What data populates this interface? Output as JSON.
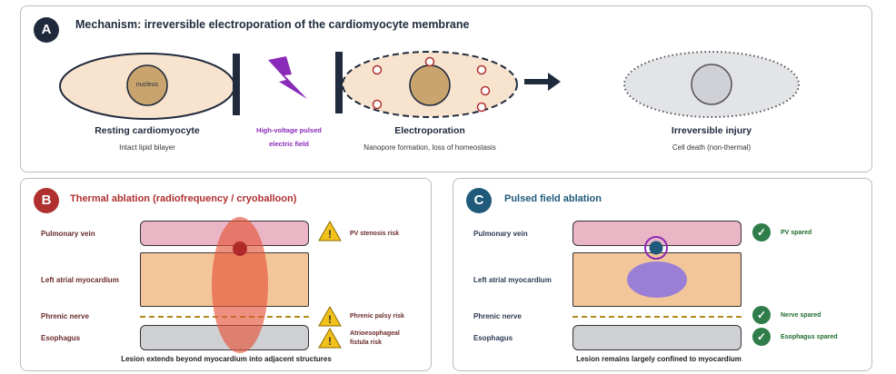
{
  "panel_a": {
    "badge": "A",
    "title": "Mechanism: irreversible electroporation of the cardiomyocyte membrane",
    "nucleus_label": "nucleus",
    "resting": {
      "title": "Resting cardiomyocyte",
      "subtitle": "Intact lipid bilayer"
    },
    "field": {
      "line1": "High-voltage pulsed",
      "line2": "electric field"
    },
    "electroporation": {
      "title": "Electroporation",
      "subtitle": "Nanopore formation, loss of homeostasis"
    },
    "injury": {
      "title": "Irreversible injury",
      "subtitle": "Cell death (non-thermal)"
    }
  },
  "panel_b": {
    "badge": "B",
    "title": "Thermal ablation (radiofrequency / cryoballoon)",
    "rows": {
      "pv": "Pulmonary vein",
      "myo": "Left atrial myocardium",
      "nerve": "Phrenic nerve",
      "eso": "Esophagus"
    },
    "risks": {
      "pv": "PV stenosis risk",
      "nerve": "Phrenic palsy risk",
      "eso_line1": "Atrioesophageal",
      "eso_line2": "fistula risk"
    },
    "caption": "Lesion extends beyond myocardium into adjacent structures"
  },
  "panel_c": {
    "badge": "C",
    "title": "Pulsed field ablation",
    "rows": {
      "pv": "Pulmonary vein",
      "myo": "Left atrial myocardium",
      "nerve": "Phrenic nerve",
      "eso": "Esophagus"
    },
    "spared": {
      "pv": "PV spared",
      "nerve": "Nerve spared",
      "eso": "Esophagus spared"
    },
    "caption": "Lesion remains largely confined to myocardium"
  },
  "icons": {
    "warning": "warning-triangle-icon",
    "check": "check-circle-icon",
    "lightning": "lightning-bolt-icon",
    "arrow": "right-arrow-icon"
  },
  "colors": {
    "cell_fill": "#f8e3cf",
    "nucleus_fill": "#c9a46e",
    "dark": "#1f2a3c",
    "field_purple": "#8a2ab8",
    "thermal_red": "#b03030",
    "pfa_blue": "#1f5a7a",
    "pv_pink": "#eab6c6",
    "myo_orange": "#f3c69a",
    "eso_gray": "#cfd0d4",
    "nerve_gold": "#b08a1c",
    "warning_yellow": "#f2c21b",
    "check_green": "#2e7d4a",
    "pfa_lesion": "#9a7fd6"
  }
}
